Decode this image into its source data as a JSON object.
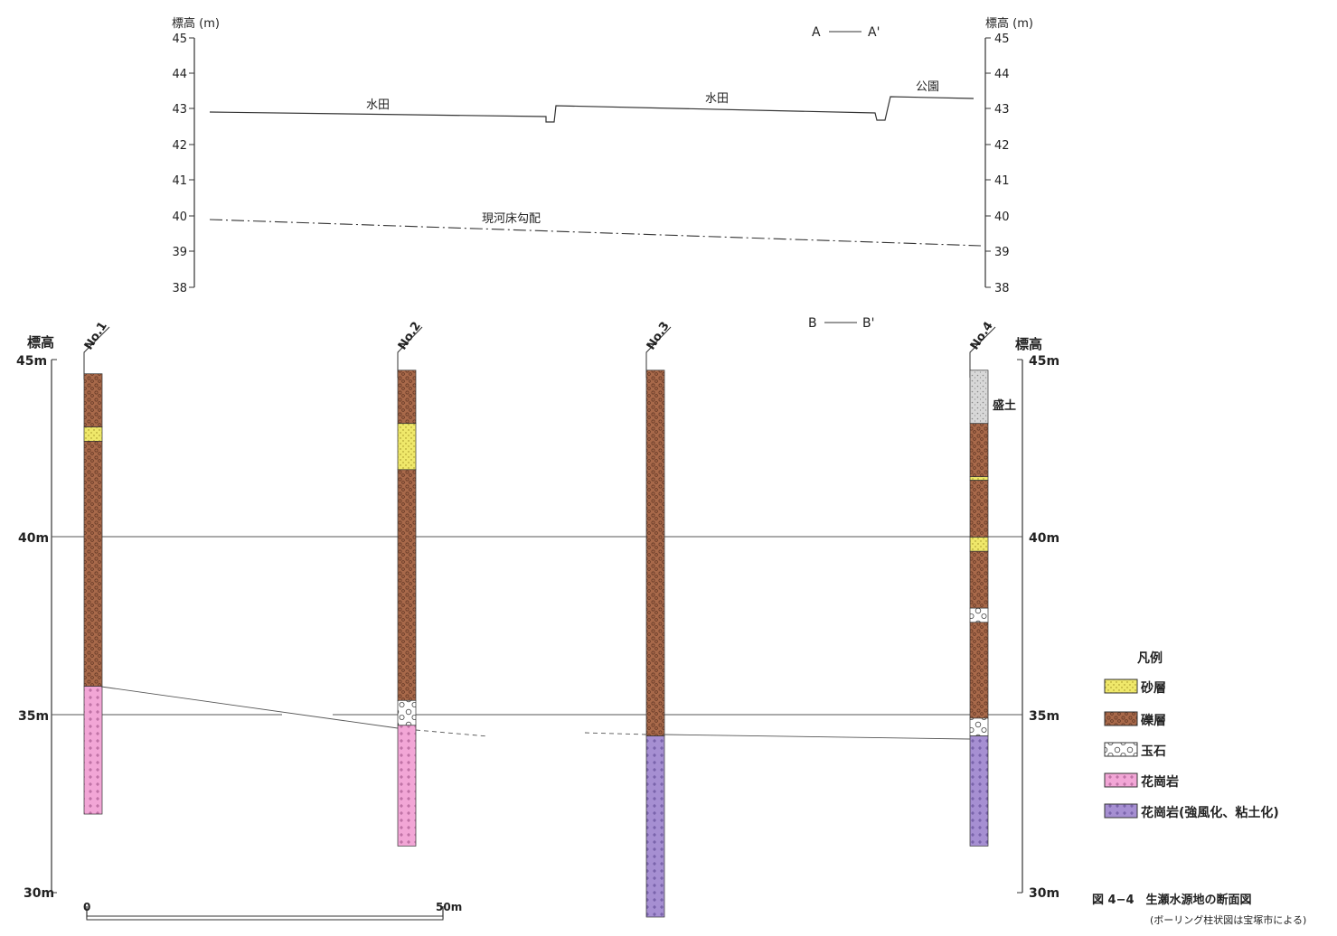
{
  "profile_aa": {
    "section_label_a": "A",
    "section_label_b": "A'",
    "axis_title_left": "標高 (m)",
    "axis_title_right": "標高 (m)",
    "ticks": [
      "45",
      "44",
      "43",
      "42",
      "41",
      "40",
      "39",
      "38"
    ],
    "land_labels": [
      "水田",
      "水田",
      "公園"
    ],
    "riverbed_label": "現河床勾配"
  },
  "section_bb": {
    "section_label_a": "B",
    "section_label_b": "B'",
    "axis_title_left": "標高",
    "axis_title_right": "標高",
    "ticks": [
      "45m",
      "40m",
      "35m",
      "30m"
    ],
    "boreholes": [
      {
        "name": "No.1",
        "layers": [
          {
            "from": 44.6,
            "to": 43.1,
            "type": "gravel"
          },
          {
            "from": 43.1,
            "to": 42.7,
            "type": "sand"
          },
          {
            "from": 42.7,
            "to": 35.8,
            "type": "gravel"
          },
          {
            "from": 35.8,
            "to": 32.2,
            "type": "granite"
          }
        ]
      },
      {
        "name": "No.2",
        "layers": [
          {
            "from": 44.7,
            "to": 43.2,
            "type": "gravel"
          },
          {
            "from": 43.2,
            "to": 41.9,
            "type": "sand"
          },
          {
            "from": 41.9,
            "to": 35.4,
            "type": "gravel"
          },
          {
            "from": 35.4,
            "to": 34.7,
            "type": "boulder"
          },
          {
            "from": 34.7,
            "to": 31.3,
            "type": "granite"
          }
        ]
      },
      {
        "name": "No.3",
        "layers": [
          {
            "from": 44.7,
            "to": 34.4,
            "type": "gravel"
          },
          {
            "from": 34.4,
            "to": 29.3,
            "type": "weathered"
          }
        ]
      },
      {
        "name": "No.4",
        "layers": [
          {
            "from": 44.7,
            "to": 43.2,
            "type": "fill"
          },
          {
            "from": 43.2,
            "to": 41.7,
            "type": "gravel"
          },
          {
            "from": 41.7,
            "to": 41.6,
            "type": "sand"
          },
          {
            "from": 41.6,
            "to": 40.0,
            "type": "gravel"
          },
          {
            "from": 40.0,
            "to": 39.6,
            "type": "sand"
          },
          {
            "from": 39.6,
            "to": 38.0,
            "type": "gravel"
          },
          {
            "from": 38.0,
            "to": 37.6,
            "type": "boulder"
          },
          {
            "from": 37.6,
            "to": 34.9,
            "type": "gravel"
          },
          {
            "from": 34.9,
            "to": 34.4,
            "type": "boulder"
          },
          {
            "from": 34.4,
            "to": 31.3,
            "type": "weathered"
          }
        ]
      }
    ],
    "fill_label": "盛土",
    "scale_start": "0",
    "scale_end": "50m"
  },
  "legend": {
    "title": "凡例",
    "items": [
      {
        "label": "砂層",
        "type": "sand"
      },
      {
        "label": "礫層",
        "type": "gravel"
      },
      {
        "label": "玉石",
        "type": "boulder"
      },
      {
        "label": "花崗岩",
        "type": "granite"
      },
      {
        "label": "花崗岩(強風化、粘土化)",
        "type": "weathered"
      }
    ]
  },
  "caption": {
    "line1": "図 4−4　生瀬水源地の断面図",
    "line2": "(ボーリング柱状図は宝塚市による)"
  },
  "colors": {
    "sand": "#efe86a",
    "gravel": "#a8694a",
    "boulder": "#ffffff",
    "granite": "#f2a6d6",
    "weathered": "#a68fd2",
    "fill": "#d8d8d8",
    "line": "#333333"
  }
}
